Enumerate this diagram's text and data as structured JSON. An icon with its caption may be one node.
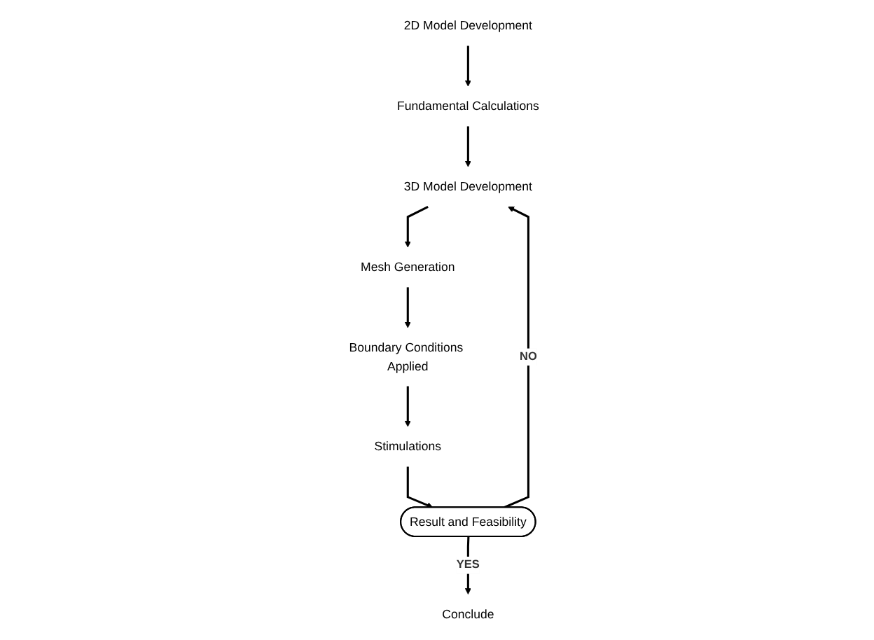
{
  "diagram": {
    "nodes": [
      {
        "text": [
          "2D Model Development"
        ]
      },
      {
        "text": [
          "Fundamental Calculations"
        ]
      },
      {
        "text": [
          "3D Model Development"
        ]
      },
      {
        "text": [
          "Mesh Generation"
        ]
      },
      {
        "text": [
          "Boundary Conditions Applied"
        ]
      },
      {
        "text": [
          "Stimulations"
        ]
      },
      {
        "text": [
          "Result and Feasibility"
        ]
      },
      {
        "text": [
          "Conclude"
        ]
      }
    ],
    "edges": [
      {
        "from": 0,
        "to": 1,
        "arrow": "to"
      },
      {
        "from": 1,
        "to": 2,
        "arrow": "to"
      },
      {
        "from": 2,
        "to": 3,
        "arrow": "to"
      },
      {
        "from": 3,
        "to": 4,
        "arrow": "to"
      },
      {
        "from": 4,
        "to": 5,
        "arrow": "to"
      },
      {
        "from": 5,
        "to": 6,
        "arrow": "to"
      },
      {
        "from": 6,
        "to": 7,
        "label": "YES",
        "arrow": "to"
      },
      {
        "from": 6,
        "to": 2,
        "label": "NO",
        "arrow": "to"
      }
    ]
  }
}
